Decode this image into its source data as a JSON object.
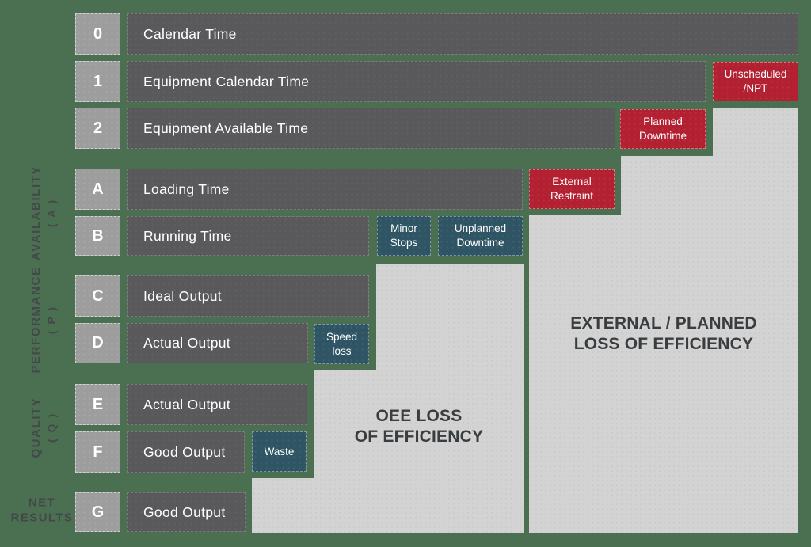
{
  "title": "OEE time model diagram",
  "colors": {
    "background": "#4a7051",
    "time_bar": "#59585a",
    "index_square": "#9d9d9d",
    "loss_red": "#b22031",
    "loss_teal": "#2f5565",
    "area_gray": "#d3d3d3",
    "bar_text": "#ffffff",
    "area_title_text": "#3a3d3f",
    "side_label_text": "#45484a"
  },
  "rows": [
    {
      "index": "0",
      "label": "Calendar Time"
    },
    {
      "index": "1",
      "label": "Equipment Calendar Time"
    },
    {
      "index": "2",
      "label": "Equipment Available Time"
    },
    {
      "index": "A",
      "label": "Loading Time"
    },
    {
      "index": "B",
      "label": "Running Time"
    },
    {
      "index": "C",
      "label": "Ideal Output"
    },
    {
      "index": "D",
      "label": "Actual Output"
    },
    {
      "index": "E",
      "label": "Actual Output"
    },
    {
      "index": "F",
      "label": "Good Output"
    },
    {
      "index": "G",
      "label": "Good Output"
    }
  ],
  "loss_boxes": [
    {
      "id": "unscheduled-npt",
      "line1": "Unscheduled",
      "line2": "/NPT",
      "type": "red"
    },
    {
      "id": "planned-downtime",
      "line1": "Planned",
      "line2": "Downtime",
      "type": "red"
    },
    {
      "id": "external-restraint",
      "line1": "External",
      "line2": "Restraint",
      "type": "red"
    },
    {
      "id": "minor-stops",
      "line1": "Minor",
      "line2": "Stops",
      "type": "teal"
    },
    {
      "id": "unplanned-downtime",
      "line1": "Unplanned",
      "line2": "Downtime",
      "type": "teal"
    },
    {
      "id": "speed-loss",
      "line1": "Speed",
      "line2": "loss",
      "type": "teal"
    },
    {
      "id": "waste",
      "line1": "Waste",
      "line2": "",
      "type": "teal"
    }
  ],
  "areas": {
    "oee": {
      "line1": "OEE LOSS",
      "line2": "OF EFFICIENCY"
    },
    "external": {
      "line1": "EXTERNAL / PLANNED",
      "line2": "LOSS OF EFFICIENCY"
    }
  },
  "side_labels": [
    {
      "id": "availability",
      "main": "AVAILABILITY",
      "sub": "( A )"
    },
    {
      "id": "performance",
      "main": "PERFORMANCE",
      "sub": "( P )"
    },
    {
      "id": "quality",
      "main": "QUALITY",
      "sub": "( Q )"
    },
    {
      "id": "net-results",
      "main": "NET",
      "sub": "RESULTS"
    }
  ]
}
